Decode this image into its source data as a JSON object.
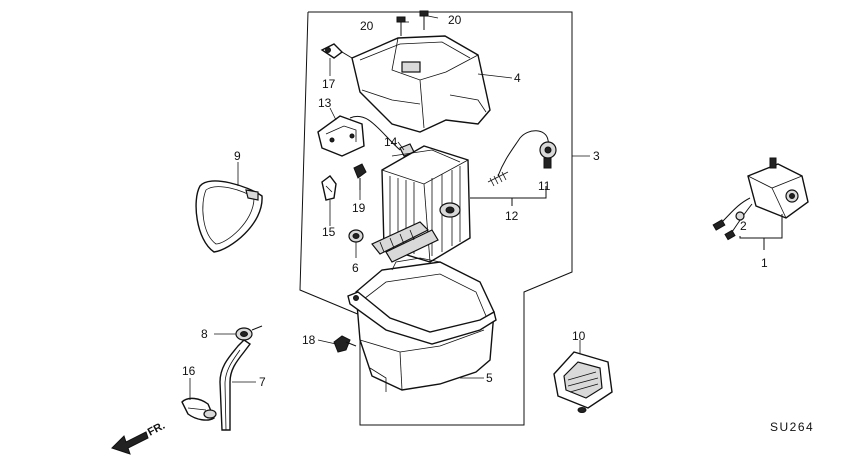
{
  "diagram": {
    "code": "SU264",
    "direction_label": "FR.",
    "callouts": {
      "c1": "1",
      "c2": "2",
      "c3": "3",
      "c4": "4",
      "c5": "5",
      "c6": "6",
      "c7": "7",
      "c8": "8",
      "c9": "9",
      "c10": "10",
      "c11": "11",
      "c12": "12",
      "c13": "13",
      "c14": "14",
      "c15": "15",
      "c16": "16",
      "c17": "17",
      "c18": "18",
      "c19": "19",
      "c20a": "20",
      "c20b": "20"
    }
  }
}
